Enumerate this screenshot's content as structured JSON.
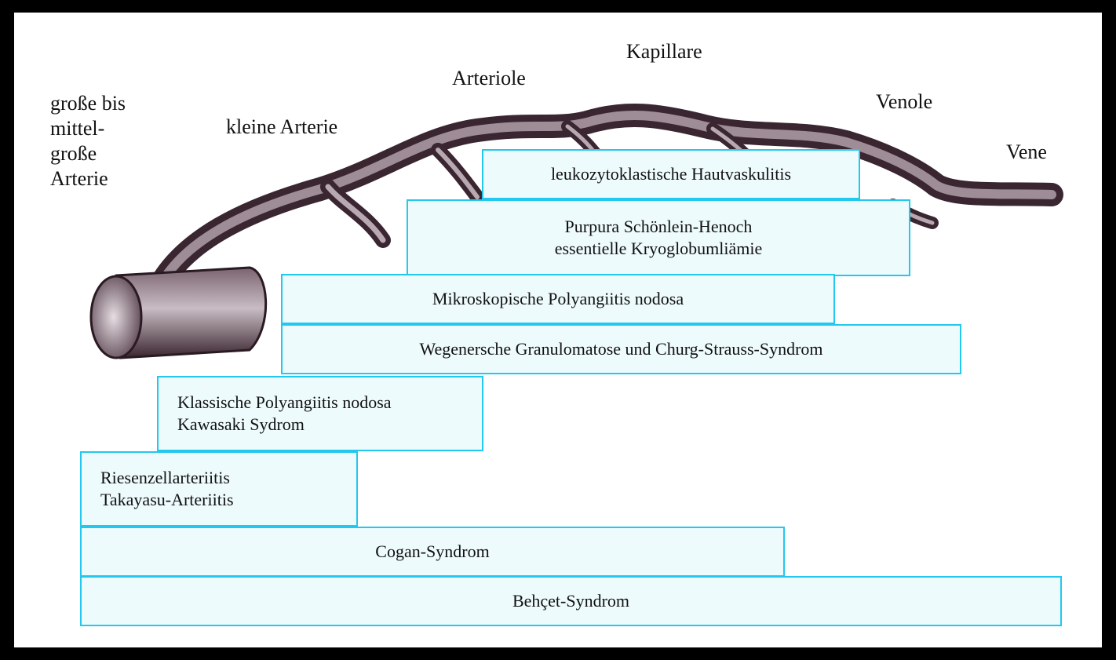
{
  "vessel_labels": {
    "large": "große bis\nmittel-\ngroße\nArterie",
    "small_artery": "kleine Arterie",
    "arteriole": "Arteriole",
    "capillary": "Kapillare",
    "venule": "Venole",
    "vein": "Vene"
  },
  "disease_boxes": [
    {
      "lines": [
        "leukozytoklastische Hautvaskulitis"
      ]
    },
    {
      "lines": [
        "Purpura Schönlein-Henoch",
        "essentielle Kryoglobumliämie"
      ]
    },
    {
      "lines": [
        "Mikroskopische Polyangiitis nodosa"
      ]
    },
    {
      "lines": [
        "Wegenersche Granulomatose und Churg-Strauss-Syndrom"
      ]
    },
    {
      "lines": [
        "Klassische Polyangiitis nodosa",
        "Kawasaki Sydrom"
      ]
    },
    {
      "lines": [
        "Riesenzellarteriitis",
        "Takayasu-Arteriitis"
      ]
    },
    {
      "lines": [
        "Cogan-Syndrom"
      ]
    },
    {
      "lines": [
        "Behçet-Syndrom"
      ]
    }
  ],
  "colors": {
    "box_fill": "#eefbfd",
    "box_border": "#22c8ee",
    "vessel": "#4a3540",
    "background": "#000000",
    "sheet": "#ffffff"
  }
}
